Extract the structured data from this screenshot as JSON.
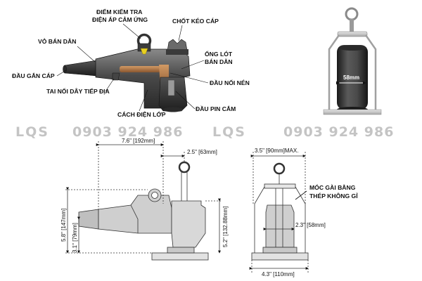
{
  "callouts": {
    "test_point": [
      "ĐIỂM KIỂM TRA",
      "ĐIỆN ÁP CẢM ỨNG"
    ],
    "pulling_eye": "CHỐT KÉO CÁP",
    "semi_conductive_shell": "VỎ BÁN DẪN",
    "conductive_sleeve": [
      "ỐNG LÓT",
      "BÁN DẪN"
    ],
    "cable_adapter": "ĐẦU GẮN CÁP",
    "compression_connector": "ĐẦU NỐI NÉN",
    "ground_tab": "TAI NỐI DÂY TIẾP ĐỊA",
    "insulation": "CÁCH ĐIỆN LỚP",
    "pin_contact": "ĐẦU PIN CẮM",
    "stainless_clamp": [
      "MÓC GÀI BẰNG",
      "THÉP KHÔNG GỈ"
    ]
  },
  "watermark": {
    "left_brand": "LQS",
    "left_phone": "0903 924 986",
    "right_brand": "LQS",
    "right_phone": "0903 924 986"
  },
  "dimensions": {
    "length": "7.6\" [192mm]",
    "eye_offset": "2.5\" [63mm]",
    "height_total": "5.8\" [147mm]",
    "height_lower": "3.1\" [79mm]",
    "height_right": "5.2\" [132.88mm]",
    "front_max": "3.5\" [90mm]MAX.",
    "front_inner": "2.3\" [58mm]",
    "front_base": "4.3\" [110mm]",
    "photo_diameter": "58mm"
  },
  "colors": {
    "body_dark": "#3a3a3a",
    "body_mid": "#5c5c5c",
    "copper": "#b07a4a",
    "line": "#222222",
    "watermark": "#c4c4c4",
    "test_cap": "#e8d020"
  }
}
